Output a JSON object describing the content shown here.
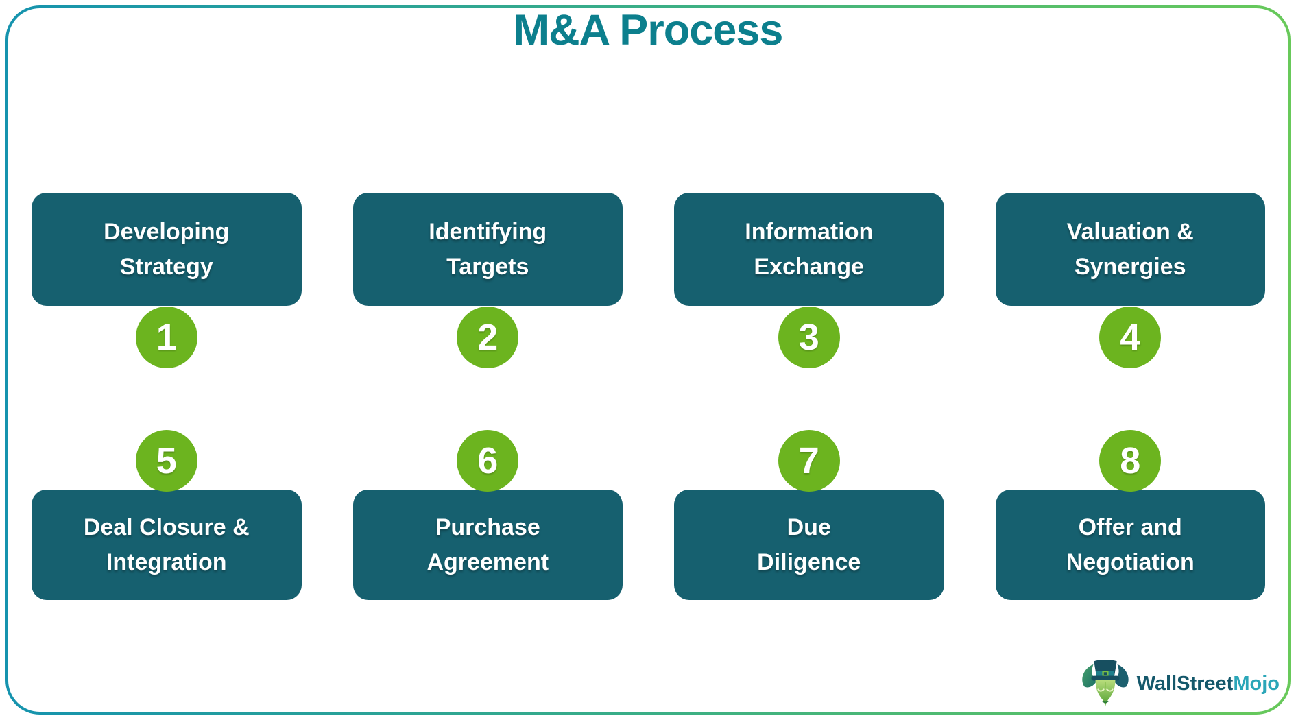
{
  "title": "M&A Process",
  "steps": [
    {
      "number": "1",
      "label": "Developing\nStrategy"
    },
    {
      "number": "2",
      "label": "Identifying\nTargets"
    },
    {
      "number": "3",
      "label": "Information\nExchange"
    },
    {
      "number": "4",
      "label": "Valuation &\nSynergies"
    },
    {
      "number": "5",
      "label": "Deal Closure &\nIntegration"
    },
    {
      "number": "6",
      "label": "Purchase\nAgreement"
    },
    {
      "number": "7",
      "label": "Due\nDiligence"
    },
    {
      "number": "8",
      "label": "Offer and\nNegotiation"
    }
  ],
  "logo": {
    "brand_primary": "WallStreet",
    "brand_secondary": "Mojo",
    "icon": "wallstreetmojo-bull-icon"
  },
  "colors": {
    "step_box_teal": "#16606F",
    "number_badge_green": "#6CB41F",
    "title_teal": "#0C7F8D",
    "border_gradient_start": "#1593AE",
    "border_gradient_end": "#68C95A",
    "logo_text_primary": "#15586B",
    "logo_text_secondary": "#2BA6B8"
  }
}
